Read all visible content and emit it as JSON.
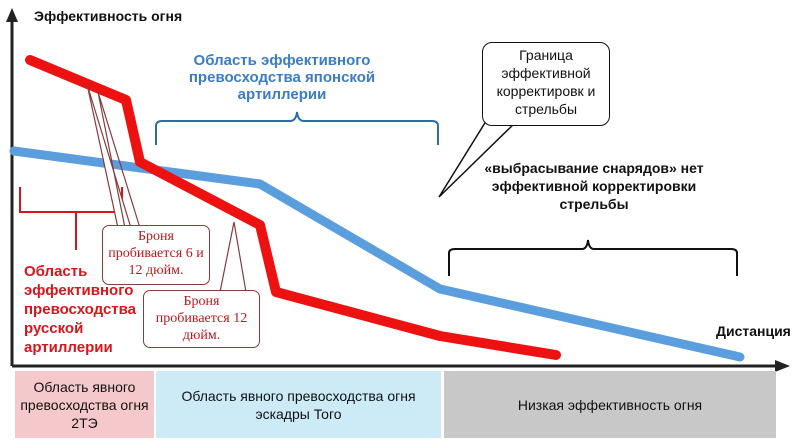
{
  "axes": {
    "y_label": "Эффективность огня",
    "x_label": "Дистанция"
  },
  "labels": {
    "japanese_area": "Область эффективного превосходства японской артиллерии",
    "russian_area": "Область эффективного превосходства русской артиллерии",
    "shell_throwing": "«выбрасывание снарядов» нет эффективной корректировки стрельбы"
  },
  "callouts": {
    "boundary": "Граница эффективной корректировк и стрельбы",
    "armor_6_12": "Броня пробивается 6 и 12 дюйм.",
    "armor_12": "Броня пробивается 12 дюйм."
  },
  "zones": [
    {
      "text": "Область явного превосходства огня 2ТЭ",
      "color": "#f5c9cc"
    },
    {
      "text": "Область явного превосходства огня эскадры Того",
      "color": "#ccebf6"
    },
    {
      "text": "Низкая эффективность огня",
      "color": "#c8c8c8"
    }
  ],
  "colors": {
    "red_line": "#ee1111",
    "blue_line": "#5b9ede",
    "blue_text": "#3a7cc7",
    "red_text": "#d9151a"
  }
}
